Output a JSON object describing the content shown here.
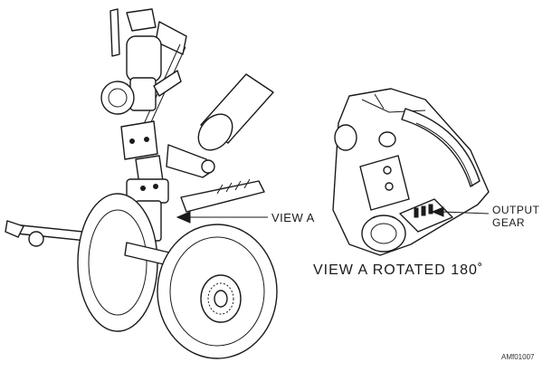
{
  "labels": {
    "view_a": "VIEW A",
    "output_line1": "OUTPUT",
    "output_line2": "GEAR",
    "caption": "VIEW A ROTATED 180˚",
    "figure_id": "AMf01007"
  },
  "colors": {
    "ink": "#1a1a1a",
    "paper": "#ffffff"
  }
}
